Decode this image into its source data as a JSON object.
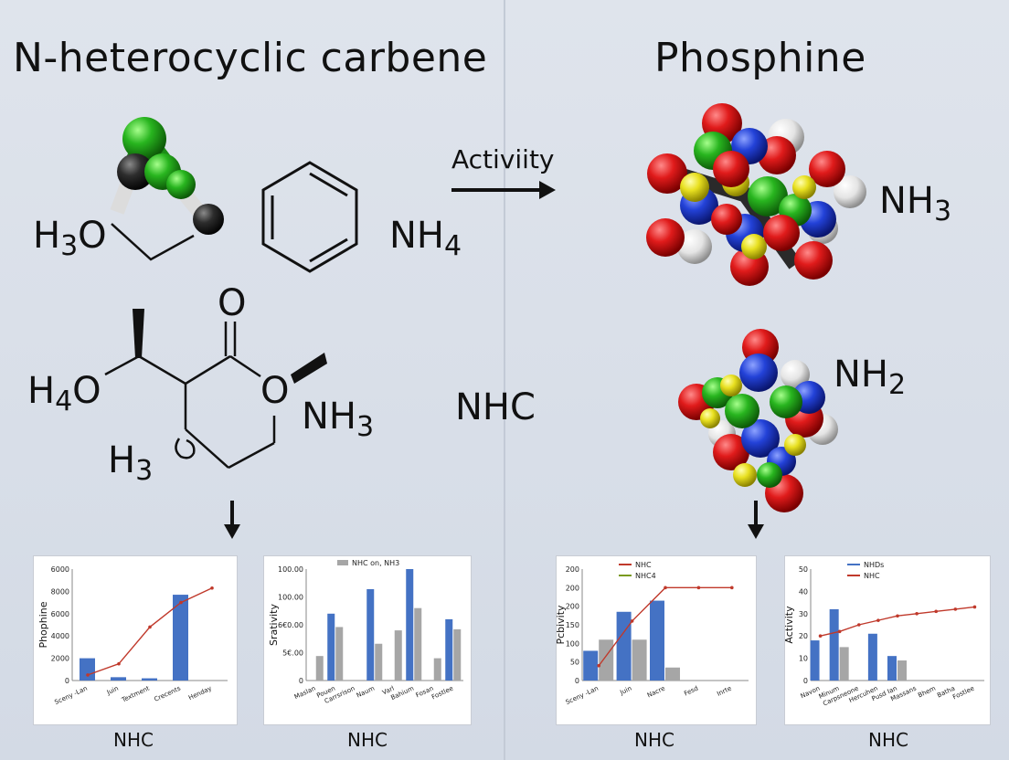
{
  "panels": {
    "left_title": "N-heterocyclic carbene",
    "right_title": "Phosphine"
  },
  "labels": {
    "h3o": {
      "main": "H",
      "sub": "3",
      "tail": "O"
    },
    "nh4": {
      "main": "NH",
      "sub": "4"
    },
    "o_top": "O",
    "h4o": {
      "main": "H",
      "sub": "4",
      "tail": "O"
    },
    "o_ring": "O",
    "nh3_left": {
      "main": "NH",
      "sub": "3"
    },
    "h3_bottom": {
      "main": "H",
      "sub": "3"
    },
    "nhc_middle": "NHC",
    "activity_arrow": "Activiity",
    "nh3_right": {
      "main": "NH",
      "sub": "3"
    },
    "nh2_right": {
      "main": "NH",
      "sub": "2"
    }
  },
  "captions": [
    "NHC",
    "NHC",
    "NHC",
    "NHC"
  ],
  "colors": {
    "blue": "#4472c4",
    "gray": "#a6a6a6",
    "red_line": "#c0392b",
    "atom_red": "#d91c1c",
    "atom_blue": "#1f3fd1",
    "atom_green": "#22b01e",
    "atom_yellow": "#e6df20",
    "atom_white": "#f2f2f2",
    "atom_black": "#2a2a2a"
  },
  "chart_data": [
    {
      "type": "bar",
      "ylabel": "Phophine",
      "yticks": [
        "0",
        "2000",
        "4000",
        "6000",
        "8000",
        "6000"
      ],
      "ylim": [
        0,
        10000
      ],
      "categories": [
        "Sceny -Lan",
        "Juin",
        "Textment",
        "Crecents",
        "Henday"
      ],
      "series": [
        {
          "kind": "bar",
          "values": [
            2000,
            300,
            200,
            7700,
            0
          ]
        },
        {
          "kind": "line",
          "values": [
            500,
            1500,
            4800,
            7000,
            8300
          ]
        }
      ]
    },
    {
      "type": "bar",
      "ylabel": "Srativity",
      "legend": [
        "NHC on, NH3"
      ],
      "yticks": [
        "0",
        "5€.00",
        "6€0.00",
        "100.00",
        "100.00"
      ],
      "ylim": [
        0,
        100
      ],
      "categories": [
        "Maslan",
        "Pouen",
        "Carrsrison",
        "Naum",
        "Varl",
        "Bahium",
        "Fosan",
        "Fostlee"
      ],
      "series": [
        {
          "kind": "bar",
          "name": "blue",
          "values": [
            0,
            60,
            0,
            82,
            0,
            100,
            0,
            55
          ]
        },
        {
          "kind": "bar",
          "name": "gray",
          "values": [
            22,
            48,
            0,
            33,
            45,
            65,
            20,
            46
          ]
        }
      ]
    },
    {
      "type": "bar",
      "ylabel": "Pcbivity",
      "legend": [
        "NHC",
        "NHC4"
      ],
      "yticks": [
        "0",
        "50",
        "100",
        "150",
        "200",
        "200",
        "200"
      ],
      "ylim": [
        0,
        300
      ],
      "categories": [
        "Sceny -Lan",
        "Juin",
        "Nacre",
        "Fesd",
        "Inrte"
      ],
      "series": [
        {
          "kind": "bar",
          "name": "blue",
          "values": [
            80,
            185,
            215,
            0,
            0
          ]
        },
        {
          "kind": "bar",
          "name": "gray",
          "values": [
            110,
            110,
            35,
            0,
            0
          ]
        },
        {
          "kind": "line",
          "name": "NHC",
          "values": [
            40,
            160,
            250,
            250,
            250
          ]
        }
      ]
    },
    {
      "type": "bar",
      "ylabel": "Activity",
      "legend": [
        "NHDs",
        "NHC"
      ],
      "yticks": [
        "0",
        "10",
        "20",
        "30",
        "40",
        "50"
      ],
      "ylim": [
        0,
        50
      ],
      "categories": [
        "Navon",
        "Minum",
        "Carpsneone",
        "Hercuhen",
        "Pusd Ian",
        "Massans",
        "Bhem",
        "Batha",
        "Fostlee"
      ],
      "series": [
        {
          "kind": "bar",
          "name": "NHDs",
          "values": [
            18,
            32,
            0,
            21,
            11,
            0,
            0,
            0,
            0
          ]
        },
        {
          "kind": "bar",
          "name": "gray",
          "values": [
            0,
            15,
            0,
            0,
            9,
            0,
            0,
            0,
            0
          ]
        },
        {
          "kind": "line",
          "name": "NHC",
          "values": [
            20,
            22,
            25,
            27,
            29,
            30,
            31,
            32,
            33
          ]
        }
      ]
    }
  ]
}
